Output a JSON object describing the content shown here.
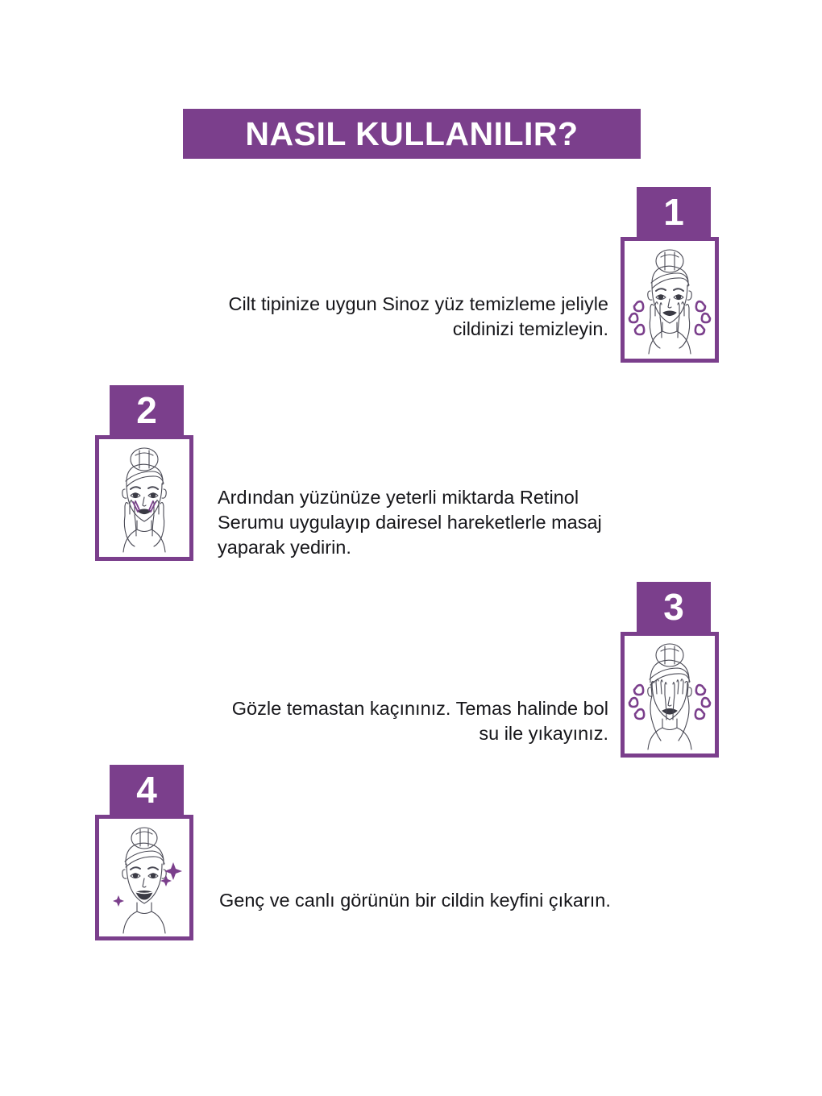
{
  "header": {
    "title": "NASIL KULLANILIR?",
    "banner_color": "#7B3F8C"
  },
  "theme": {
    "accent": "#7B3F8C",
    "text_color": "#16161a",
    "background": "#ffffff",
    "line_art_color": "#4a4a55"
  },
  "steps": [
    {
      "number": "1",
      "text": "Cilt tipinize uygun Sinoz yüz temizleme jeliyle cildinizi temizleyin.",
      "illustration": "woman-hands-on-cheeks-icon",
      "align": "right",
      "side": "right"
    },
    {
      "number": "2",
      "text": "Ardından yüzünüze yeterli miktarda Retinol  Serumu uygulayıp dairesel hareketlerle masaj yaparak yedirin.",
      "illustration": "woman-serum-on-cheeks-icon",
      "align": "left",
      "side": "left"
    },
    {
      "number": "3",
      "text": "Gözle temastan kaçınınız. Temas halinde bol su ile yıkayınız.",
      "illustration": "woman-hands-over-eyes-icon",
      "align": "right",
      "side": "right"
    },
    {
      "number": "4",
      "text": "Genç ve canlı görünün bir cildin keyfini çıkarın.",
      "illustration": "woman-glowing-face-icon",
      "align": "left",
      "side": "left"
    }
  ]
}
